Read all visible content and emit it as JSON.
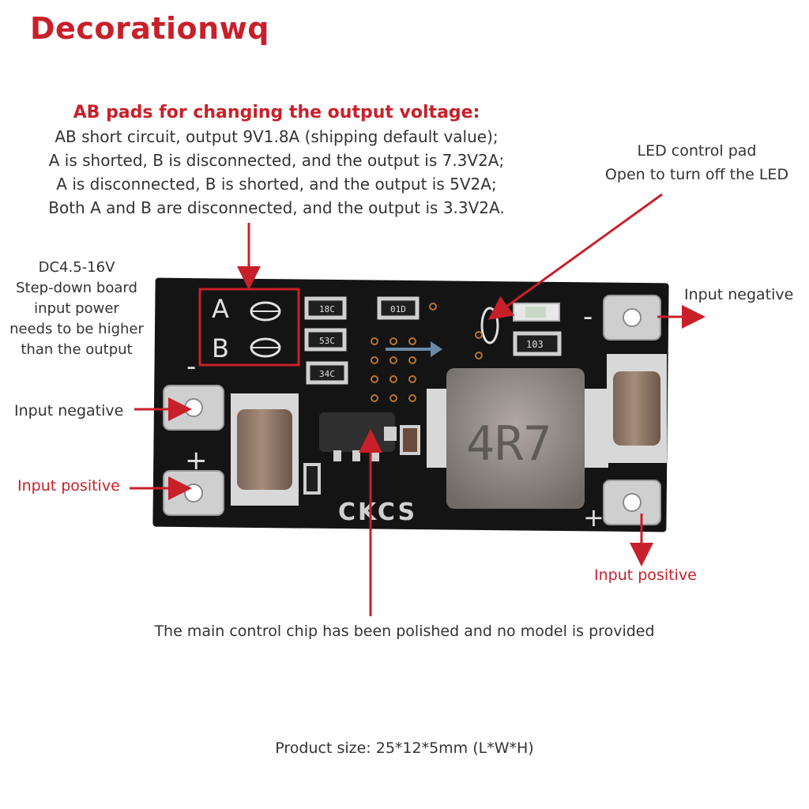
{
  "brand": "Decorationwq",
  "ab_pads": {
    "title": "AB pads for changing the output voltage:",
    "lines": [
      "AB short circuit, output 9V1.8A (shipping default value);",
      "A is shorted, B is disconnected, and the output is 7.3V2A;",
      "A is disconnected, B is shorted, and the output is 5V2A;",
      "Both A and B are disconnected, and the output is 3.3V2A."
    ]
  },
  "dc_note": [
    "DC4.5-16V",
    "Step-down board",
    "input power",
    "needs to be higher",
    "than the output"
  ],
  "led_note": [
    "LED control pad",
    "Open to turn off the LED"
  ],
  "labels": {
    "left_input_negative": "Input negative",
    "left_input_positive": "Input positive",
    "right_input_negative": "Input negative",
    "right_input_positive": "Input positive"
  },
  "board": {
    "pad_a": "A",
    "pad_b": "B",
    "minus_left": "-",
    "plus_left": "+",
    "minus_right": "-",
    "plus_right": "+",
    "resistor_1": "18C",
    "resistor_2": "01D",
    "resistor_3": "53C",
    "resistor_4": "34C",
    "resistor_5": "103",
    "inductor_marking": "4R7",
    "logo": "CKCS"
  },
  "chip_note": "The main control chip has been polished and no model is provided",
  "product_size": "Product size: 25*12*5mm (L*W*H)",
  "colors": {
    "accent": "#c8202a",
    "board": "#141414",
    "text": "#333333"
  }
}
